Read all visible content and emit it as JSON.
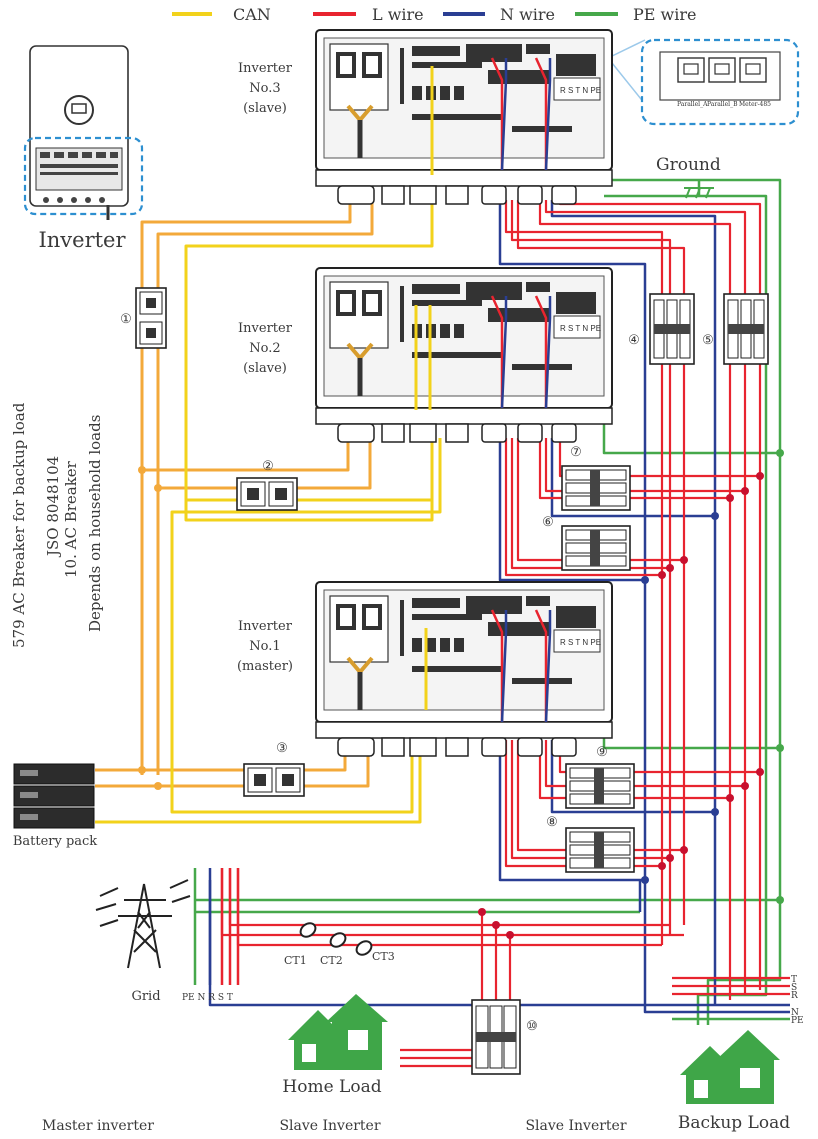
{
  "legend": [
    {
      "label": "CAN",
      "color": "#f2d21b"
    },
    {
      "label": "L wire",
      "color": "#e8242f"
    },
    {
      "label": "N wire",
      "color": "#2a3e93"
    },
    {
      "label": "PE wire",
      "color": "#46a84a"
    }
  ],
  "colors": {
    "can": "#f2d21b",
    "battery_cable": "#f3a93a",
    "l_wire": "#e8242f",
    "n_wire": "#2a3e93",
    "pe_wire": "#46a84a",
    "house": "#3fa648",
    "callout": "#2d8fd0"
  },
  "thumbnail": {
    "label": "Inverter"
  },
  "ports_callout": {
    "labels": [
      "Parallel_A",
      "Parallel_B",
      "Meter-485"
    ]
  },
  "inverters": [
    {
      "name": "Inverter",
      "number": "No.3",
      "role": "(slave)"
    },
    {
      "name": "Inverter",
      "number": "No.2",
      "role": "(slave)"
    },
    {
      "name": "Inverter",
      "number": "No.1",
      "role": "(master)"
    }
  ],
  "ground": {
    "label": "Ground"
  },
  "breakers": {
    "b1": "①",
    "b2": "②",
    "b3": "③",
    "b4": "④",
    "b5": "⑤",
    "b6": "⑥",
    "b7": "⑦",
    "b8": "⑧",
    "b9": "⑨",
    "b10": "⑩"
  },
  "notes": [
    "579 AC Breaker for backup load",
    "JSO 8048104",
    "10. AC Breaker",
    "Depends on household loads"
  ],
  "battery": {
    "label": "Battery pack"
  },
  "grid": {
    "label": "Grid",
    "phases": "PE N R S T"
  },
  "cts": [
    "CT1",
    "CT2",
    "CT3"
  ],
  "backup_bus_labels": [
    "T",
    "S",
    "R",
    "N",
    "PE"
  ],
  "loads": {
    "home": "Home Load",
    "backup": "Backup Load"
  },
  "footer": [
    "Master inverter",
    "Slave Inverter",
    "Slave Inverter"
  ]
}
